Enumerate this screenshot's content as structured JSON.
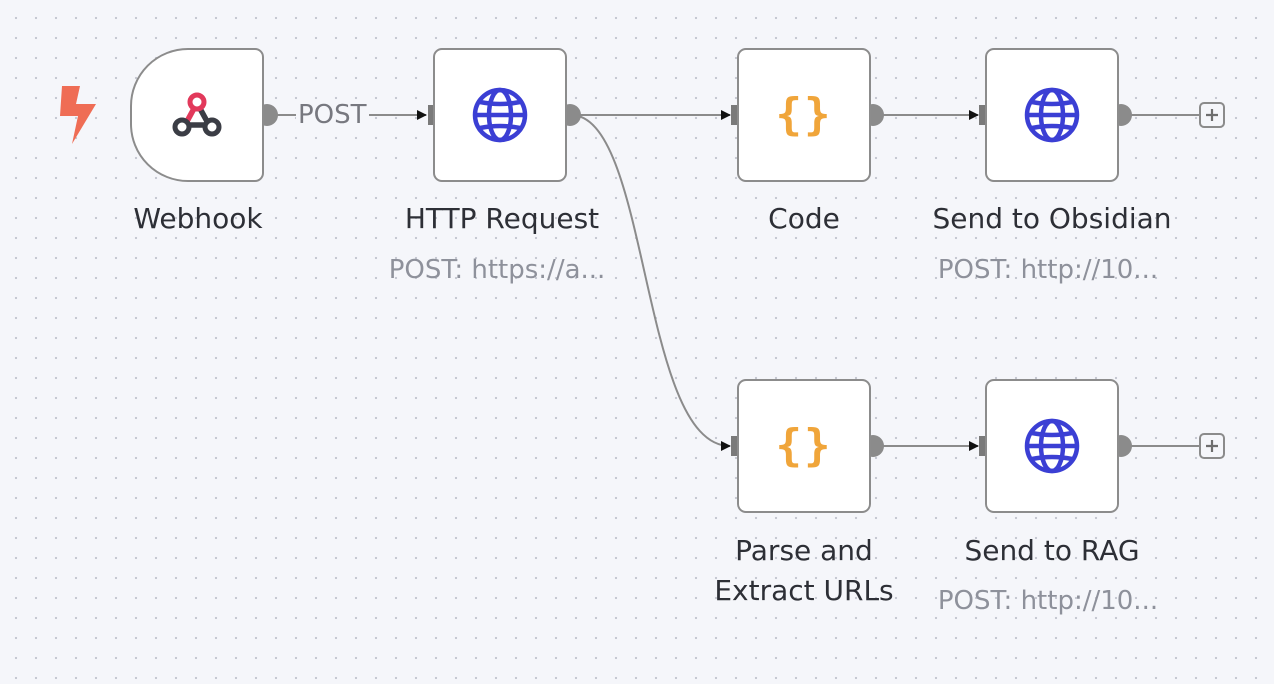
{
  "nodes": {
    "webhook": {
      "label": "Webhook",
      "icon": "webhook-icon"
    },
    "http_request": {
      "label": "HTTP Request",
      "subtitle": "POST: https://a...",
      "icon": "globe-icon"
    },
    "code": {
      "label": "Code",
      "icon": "code-braces-icon"
    },
    "send_obsidian": {
      "label": "Send to Obsidian",
      "subtitle": "POST: http://10...",
      "icon": "globe-icon"
    },
    "parse_extract": {
      "label_line1": "Parse and",
      "label_line2": "Extract URLs",
      "icon": "code-braces-icon"
    },
    "send_rag": {
      "label": "Send to RAG",
      "subtitle": "POST: http://10...",
      "icon": "globe-icon"
    }
  },
  "edges": {
    "webhook_to_http_label": "POST"
  },
  "code_glyph": "{}",
  "colors": {
    "canvas": "#f5f6fa",
    "node_border": "#8c8c8c",
    "connector": "#8b8b8b",
    "globe": "#3b3fd4",
    "code": "#f0a53a",
    "trigger": "#ef6d55",
    "webhook_red": "#e2395b",
    "webhook_dark": "#3b3d45"
  }
}
